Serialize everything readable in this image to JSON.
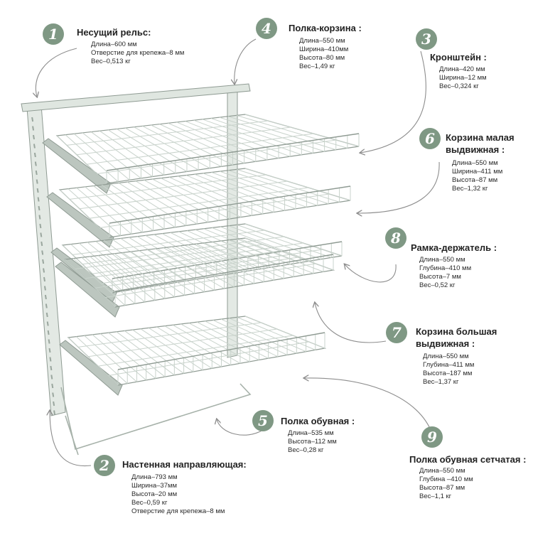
{
  "theme": {
    "badge_color": "#7f9884",
    "arrow_color": "#8d8d8d",
    "wire_color": "#c9d3cc",
    "wire_dark": "#8f9b93",
    "bracket_color": "#bcc6bf"
  },
  "callouts": [
    {
      "number": "1",
      "title": "Несущий рельс:",
      "specs": [
        "Длина–600 мм",
        "Отверстие для крепежа–8 мм",
        "Вес–0,513 кг"
      ]
    },
    {
      "number": "4",
      "title": "Полка-корзина :",
      "specs": [
        "Длина–550 мм",
        "Ширина–410мм",
        "Высота–80 мм",
        "Вес–1,49 кг"
      ]
    },
    {
      "number": "3",
      "title": "Кронштейн :",
      "specs": [
        "Длина–420 мм",
        "Ширина–12 мм",
        "Вес–0,324 кг"
      ]
    },
    {
      "number": "6",
      "title": "Корзина малая выдвижная :",
      "specs": [
        "Длина–550 мм",
        "Ширина–411 мм",
        "Высота–87 мм",
        "Вес–1,32 кг"
      ]
    },
    {
      "number": "8",
      "title": "Рамка-держатель :",
      "specs": [
        "Длина–550 мм",
        "Глубина–410 мм",
        "Высота–7 мм",
        "Вес–0,52 кг"
      ]
    },
    {
      "number": "7",
      "title": "Корзина большая выдвижная :",
      "specs": [
        "Длина–550 мм",
        "Глубина–411 мм",
        "Высота–187 мм",
        "Вес–1,37 кг"
      ]
    },
    {
      "number": "5",
      "title": "Полка обувная :",
      "specs": [
        "Длина–535 мм",
        "Высота–112 мм",
        "Вес–0,28 кг"
      ]
    },
    {
      "number": "9",
      "title": "Полка обувная сетчатая :",
      "specs": [
        "Длина–550 мм",
        "Глубина –410 мм",
        "Высота–87 мм",
        "Вес–1,1 кг"
      ]
    },
    {
      "number": "2",
      "title": "Настенная направляющая:",
      "specs": [
        "Длина–793 мм",
        "Ширина–37мм",
        "Высота–20 мм",
        "Вес–0,59 кг",
        "Отверстие для крепежа–8 мм"
      ]
    }
  ]
}
